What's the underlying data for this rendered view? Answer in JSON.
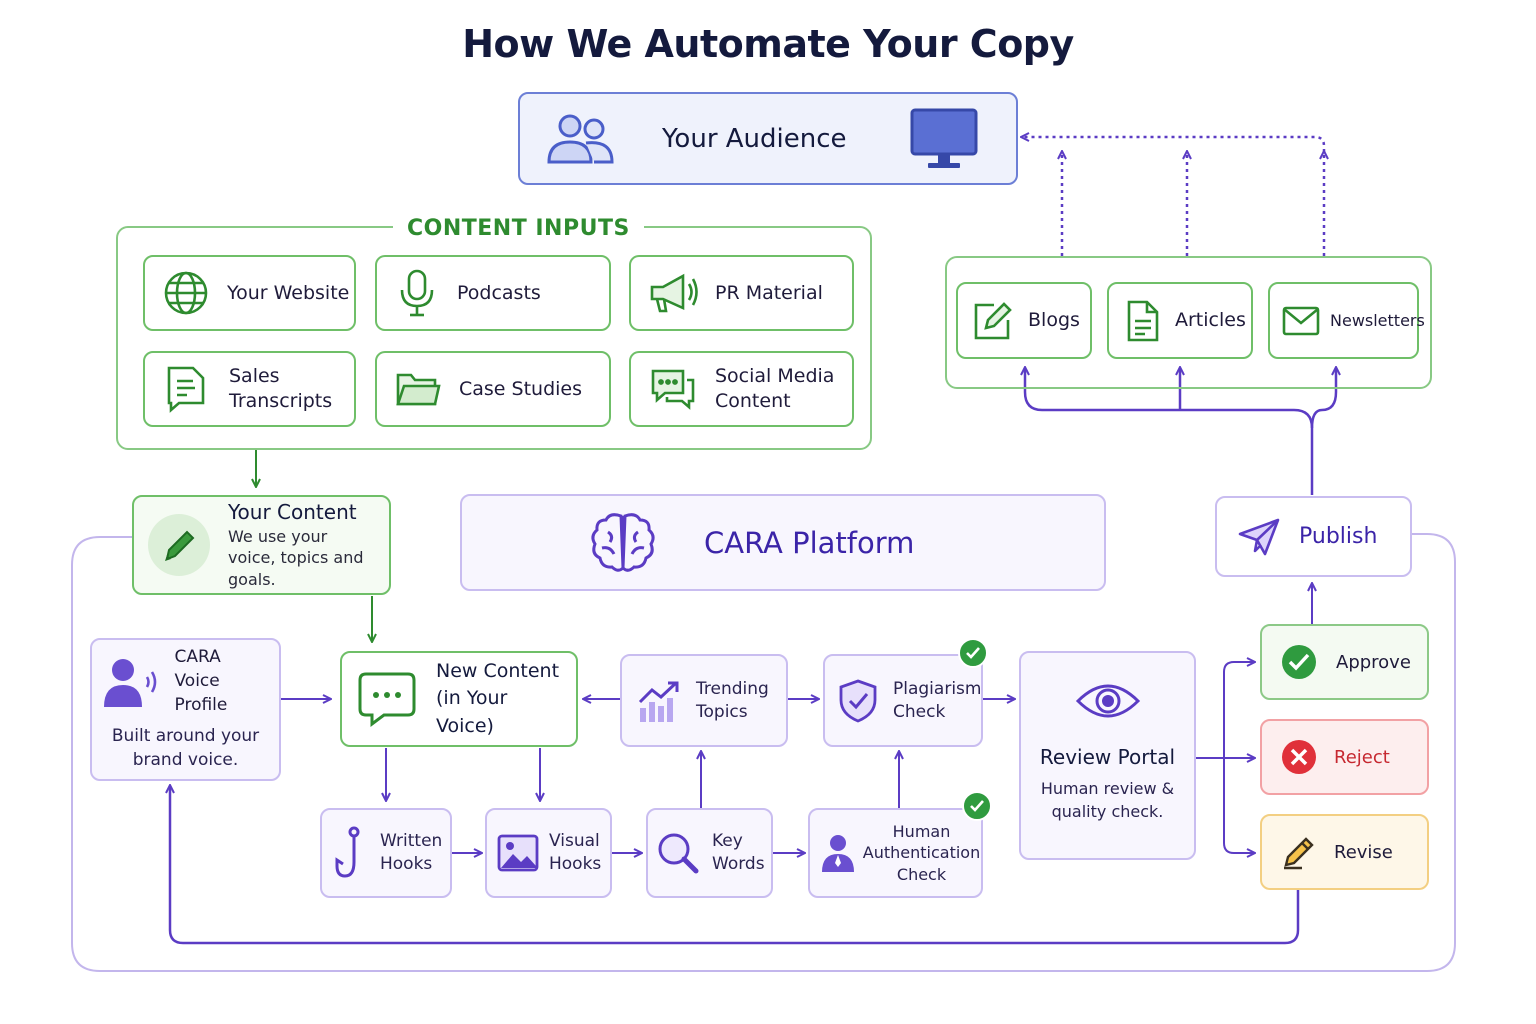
{
  "title": "How We Automate Your Copy",
  "audience": {
    "label": "Your Audience"
  },
  "inputs": {
    "title": "CONTENT INPUTS",
    "items": [
      "Your Website",
      "Podcasts",
      "PR Material",
      "Sales Transcripts",
      "Case Studies",
      "Social Media Content"
    ]
  },
  "outputs": {
    "items": [
      "Blogs",
      "Articles",
      "Newsletters"
    ]
  },
  "your_content": {
    "title": "Your Content",
    "desc": "We use your voice, topics and goals."
  },
  "platform": {
    "label": "CARA Platform"
  },
  "publish": {
    "label": "Publish"
  },
  "voice_profile": {
    "title": "CARA Voice Profile",
    "desc": "Built around your brand voice."
  },
  "new_content": {
    "label": "New Content (in Your Voice)"
  },
  "trending": {
    "label": "Trending Topics"
  },
  "plagiarism": {
    "label": "Plagiarism Check"
  },
  "review": {
    "title": "Review Portal",
    "desc": "Human review & quality check."
  },
  "written_hooks": {
    "label": "Written Hooks"
  },
  "visual_hooks": {
    "label": "Visual Hooks"
  },
  "key_words": {
    "label": "Key Words"
  },
  "human_auth": {
    "label": "Human Authentication Check"
  },
  "decisions": {
    "approve": "Approve",
    "reject": "Reject",
    "revise": "Revise"
  },
  "colors": {
    "green": "#2e8b2f",
    "purple": "#5b3cc4",
    "blue": "#4a5ec9",
    "reject": "#e0303a",
    "revise": "#f0b429"
  }
}
